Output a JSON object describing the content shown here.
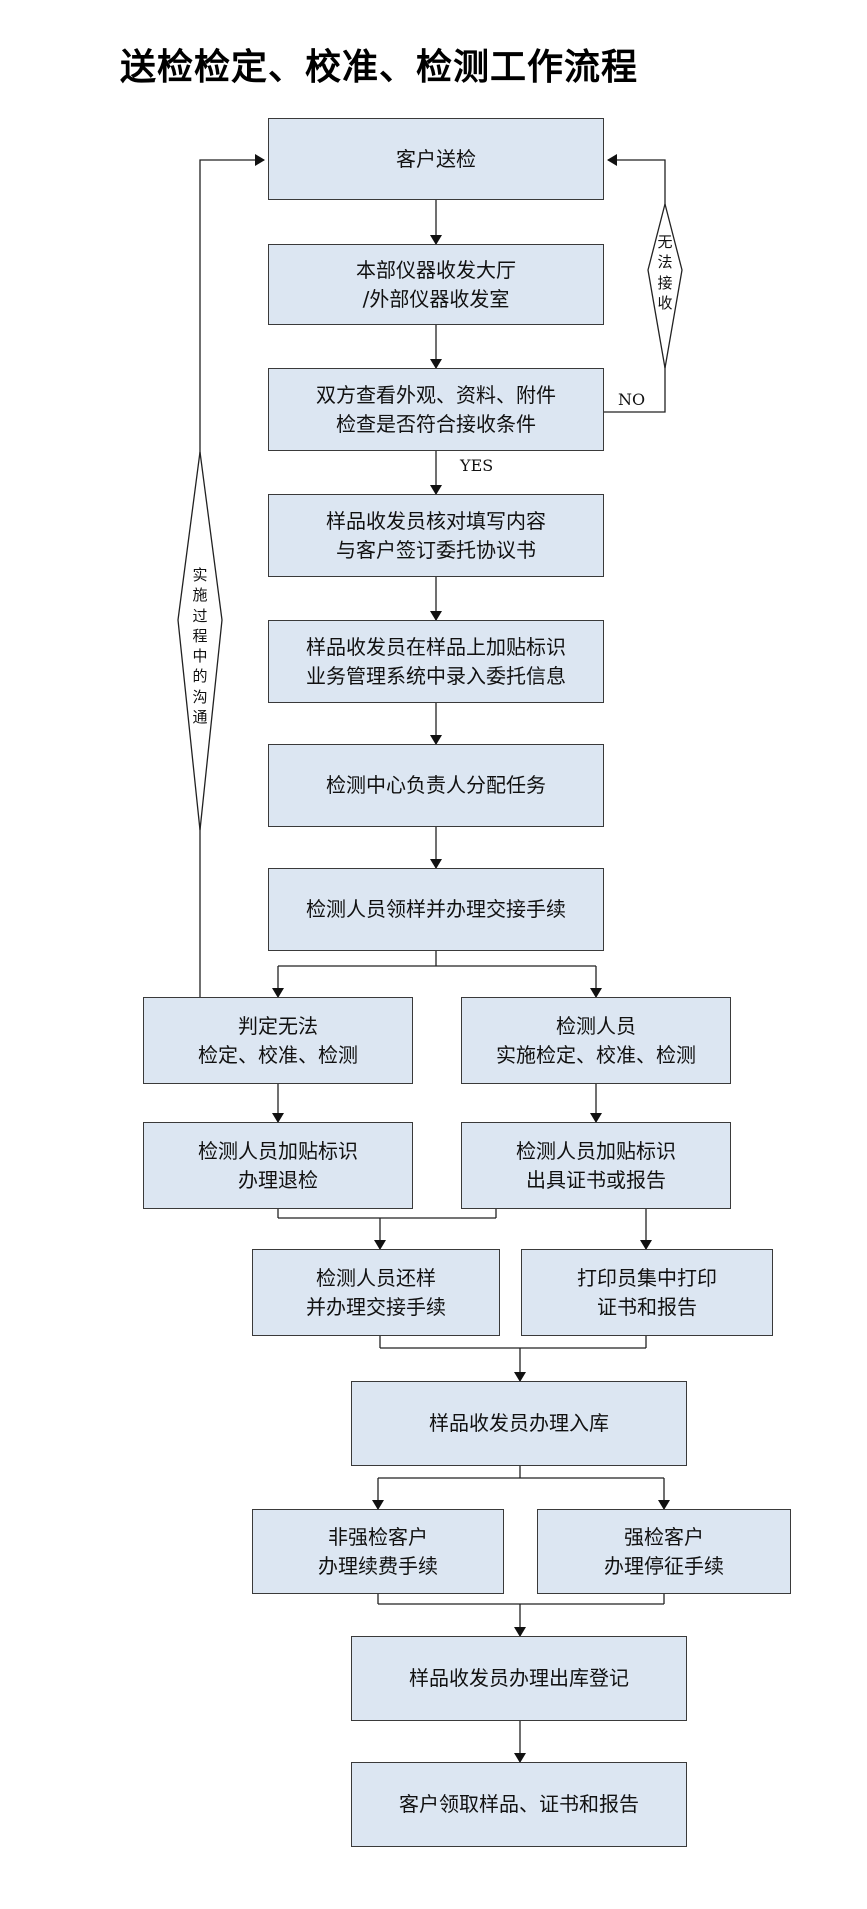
{
  "title": "送检检定、校准、检测工作流程",
  "boxes": {
    "b1": [
      "客户送检"
    ],
    "b2": [
      "本部仪器收发大厅",
      "/外部仪器收发室"
    ],
    "b3": [
      "双方查看外观、资料、附件",
      "检查是否符合接收条件"
    ],
    "b4": [
      "样品收发员核对填写内容",
      "与客户签订委托协议书"
    ],
    "b5": [
      "样品收发员在样品上加贴标识",
      "业务管理系统中录入委托信息"
    ],
    "b6": [
      "检测中心负责人分配任务"
    ],
    "b7": [
      "检测人员领样并办理交接手续"
    ],
    "b8": [
      "判定无法",
      "检定、校准、检测"
    ],
    "b9": [
      "检测人员",
      "实施检定、校准、检测"
    ],
    "b10": [
      "检测人员加贴标识",
      "办理退检"
    ],
    "b11": [
      "检测人员加贴标识",
      "出具证书或报告"
    ],
    "b12": [
      "检测人员还样",
      "并办理交接手续"
    ],
    "b13": [
      "打印员集中打印",
      "证书和报告"
    ],
    "b14": [
      "样品收发员办理入库"
    ],
    "b15": [
      "非强检客户",
      "办理续费手续"
    ],
    "b16": [
      "强检客户",
      "办理停征手续"
    ],
    "b17": [
      "样品收发员办理出库登记"
    ],
    "b18": [
      "客户领取样品、证书和报告"
    ]
  },
  "labels": {
    "no": "NO",
    "yes": "YES",
    "reject": [
      "无",
      "法",
      "接",
      "收"
    ],
    "communication": [
      "实",
      "施",
      "过",
      "程",
      "中",
      "的",
      "沟",
      "通"
    ]
  }
}
